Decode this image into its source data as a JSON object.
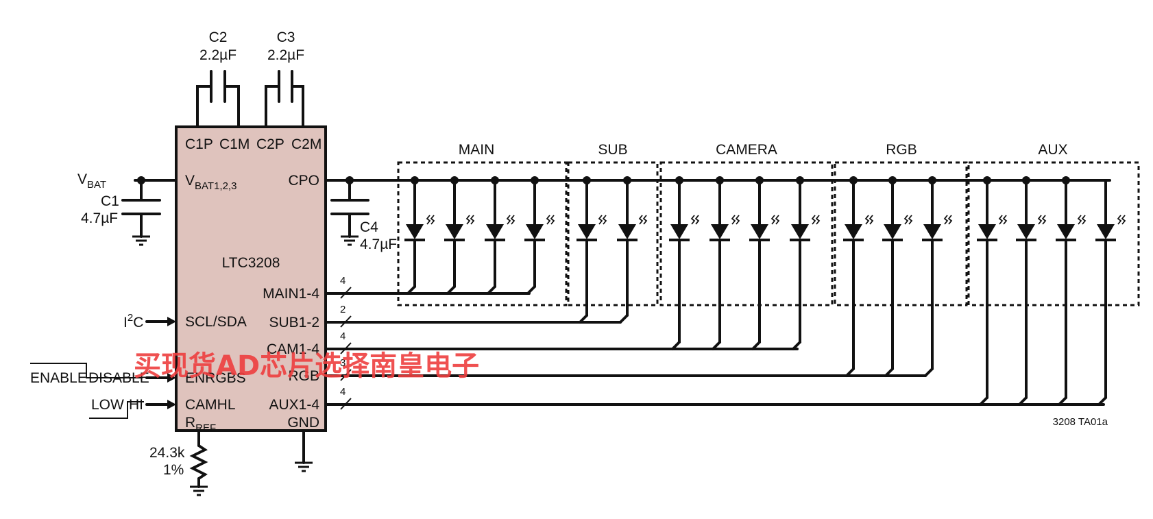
{
  "chip": {
    "name": "LTC3208",
    "fill": "#dfc3bd",
    "pins_top": [
      "C1P",
      "C1M",
      "C2P",
      "C2M"
    ],
    "pin_vbat": "V",
    "pin_vbat_sub": "BAT1,2,3",
    "pin_cpo": "CPO",
    "pin_main": "MAIN1-4",
    "pin_sub": "SUB1-2",
    "pin_cam": "CAM1-4",
    "pin_rgb": "RGB",
    "pin_aux": "AUX1-4",
    "pin_gnd": "GND",
    "pin_scl": "SCL/SDA",
    "pin_enrgbs": "ENRGBS",
    "pin_camhl": "CAMHL",
    "pin_rref": "R",
    "pin_rref_sub": "REF"
  },
  "capacitors": {
    "c2_name": "C2",
    "c2_value": "2.2µF",
    "c3_name": "C3",
    "c3_value": "2.2µF",
    "c1_name": "C1",
    "c1_value": "4.7µF",
    "c4_name": "C4",
    "c4_value": "4.7µF"
  },
  "resistor": {
    "value": "24.3k",
    "tolerance": "1%"
  },
  "inputs": {
    "vbat": "V",
    "vbat_sub": "BAT",
    "i2c_pre": "I",
    "i2c_sup": "2",
    "i2c_post": "C",
    "enable": "ENABLE",
    "disable": "DISABLE",
    "low": "LOW",
    "hi": "HI"
  },
  "groups": [
    "MAIN",
    "SUB",
    "CAMERA",
    "RGB",
    "AUX"
  ],
  "bus_counts": [
    "4",
    "2",
    "4",
    "3",
    "4"
  ],
  "figure_id": "3208 TA01a",
  "watermark": "买现货AD芯片选择南皇电子",
  "icons": [
    "led-icon",
    "ground-icon",
    "capacitor-icon",
    "resistor-icon",
    "arrow-icon"
  ]
}
